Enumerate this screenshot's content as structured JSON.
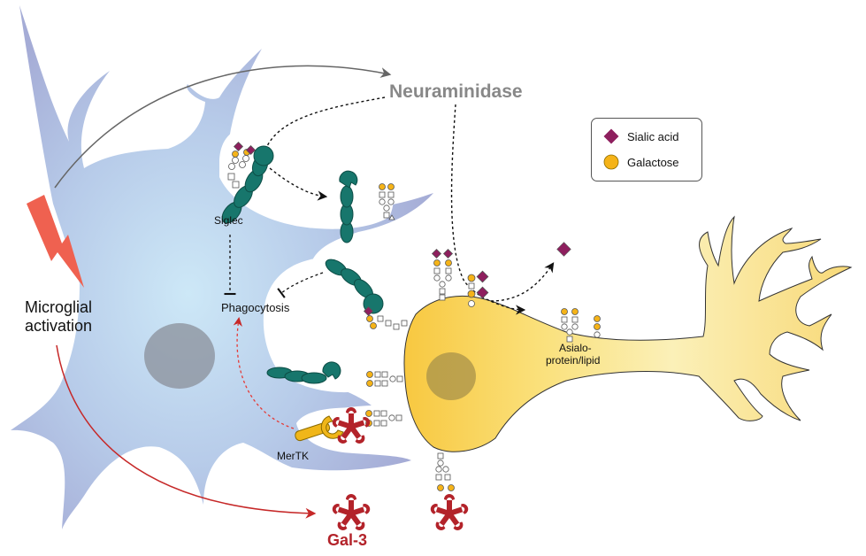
{
  "title_label": "Neuraminidase",
  "legend": {
    "items": [
      {
        "label": "Sialic acid",
        "symbol": "diamond",
        "color": "#8e1f5e"
      },
      {
        "label": "Galactose",
        "symbol": "circle",
        "color": "#f5b318"
      }
    ]
  },
  "labels": {
    "microglial": "Microglial",
    "activation": "activation",
    "siglec": "Siglec",
    "phagocytosis": "Phagocytosis",
    "mertk": "MerTK",
    "asialo_line1": "Asialo-",
    "asialo_line2": "protein/lipid",
    "gal3": "Gal-3"
  },
  "colors": {
    "microglia": "#a9b0d8",
    "microglia_center": "#c6e0f4",
    "neuron": "#f9e07a",
    "neuron_light": "#fbf3c0",
    "siglec": "#17766c",
    "gal3": "#b3232a",
    "mertk": "#f0b619",
    "sialic": "#8e1f5e",
    "galactose": "#f5b318",
    "lightning": "#ef6150",
    "nucleus": "#8a8a8a",
    "neuraminidase_text": "#888888",
    "gal3_text": "#b3232a"
  }
}
